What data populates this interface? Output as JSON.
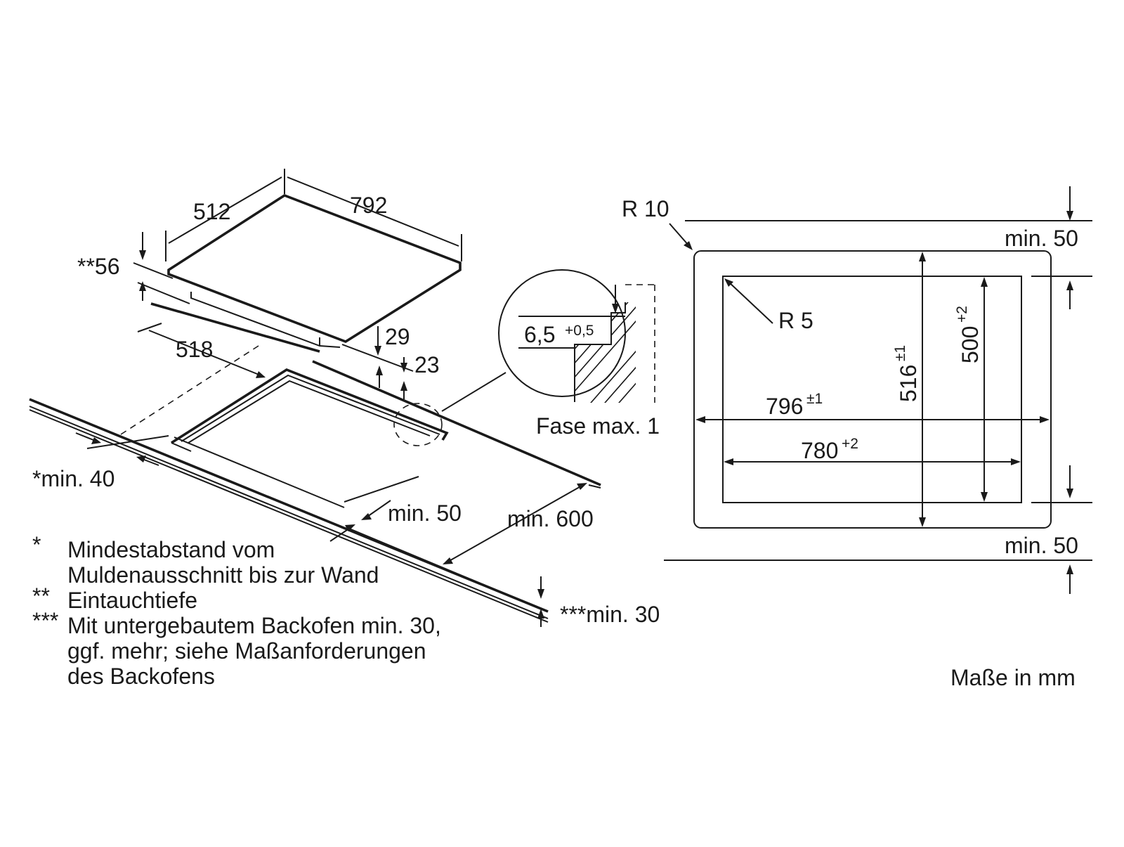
{
  "isometric": {
    "depth_512": "512",
    "width_792": "792",
    "immersion_56": "**56",
    "cutout_depth_518": "518",
    "height_29": "29",
    "height_23": "23",
    "wall_min_40": "*min. 40",
    "front_min_50": "min. 50",
    "worktop_min_600": "min. 600",
    "oven_min_30": "***min. 30"
  },
  "detail": {
    "dim_6_5": "6,5",
    "dim_6_5_tol": "+0,5",
    "chamfer": "Fase max. 1"
  },
  "cutout_plan": {
    "corner_r10": "R 10",
    "corner_r5": "R 5",
    "top_clearance": "min. 50",
    "bottom_clearance": "min. 50",
    "outer_width": "796",
    "outer_width_tol": "±1",
    "inner_width": "780",
    "inner_width_tol": "+2",
    "outer_depth": "516",
    "outer_depth_tol": "±1",
    "inner_depth": "500",
    "inner_depth_tol": "+2"
  },
  "footnotes": [
    {
      "mark": "*",
      "lines": [
        "Mindestabstand vom",
        "Muldenausschnitt bis zur Wand"
      ]
    },
    {
      "mark": "**",
      "lines": [
        "Eintauchtiefe"
      ]
    },
    {
      "mark": "***",
      "lines": [
        "Mit untergebautem Backofen min. 30,",
        "ggf. mehr; siehe Maßanforderungen",
        "des Backofens"
      ]
    }
  ],
  "units_note": "Maße in mm"
}
